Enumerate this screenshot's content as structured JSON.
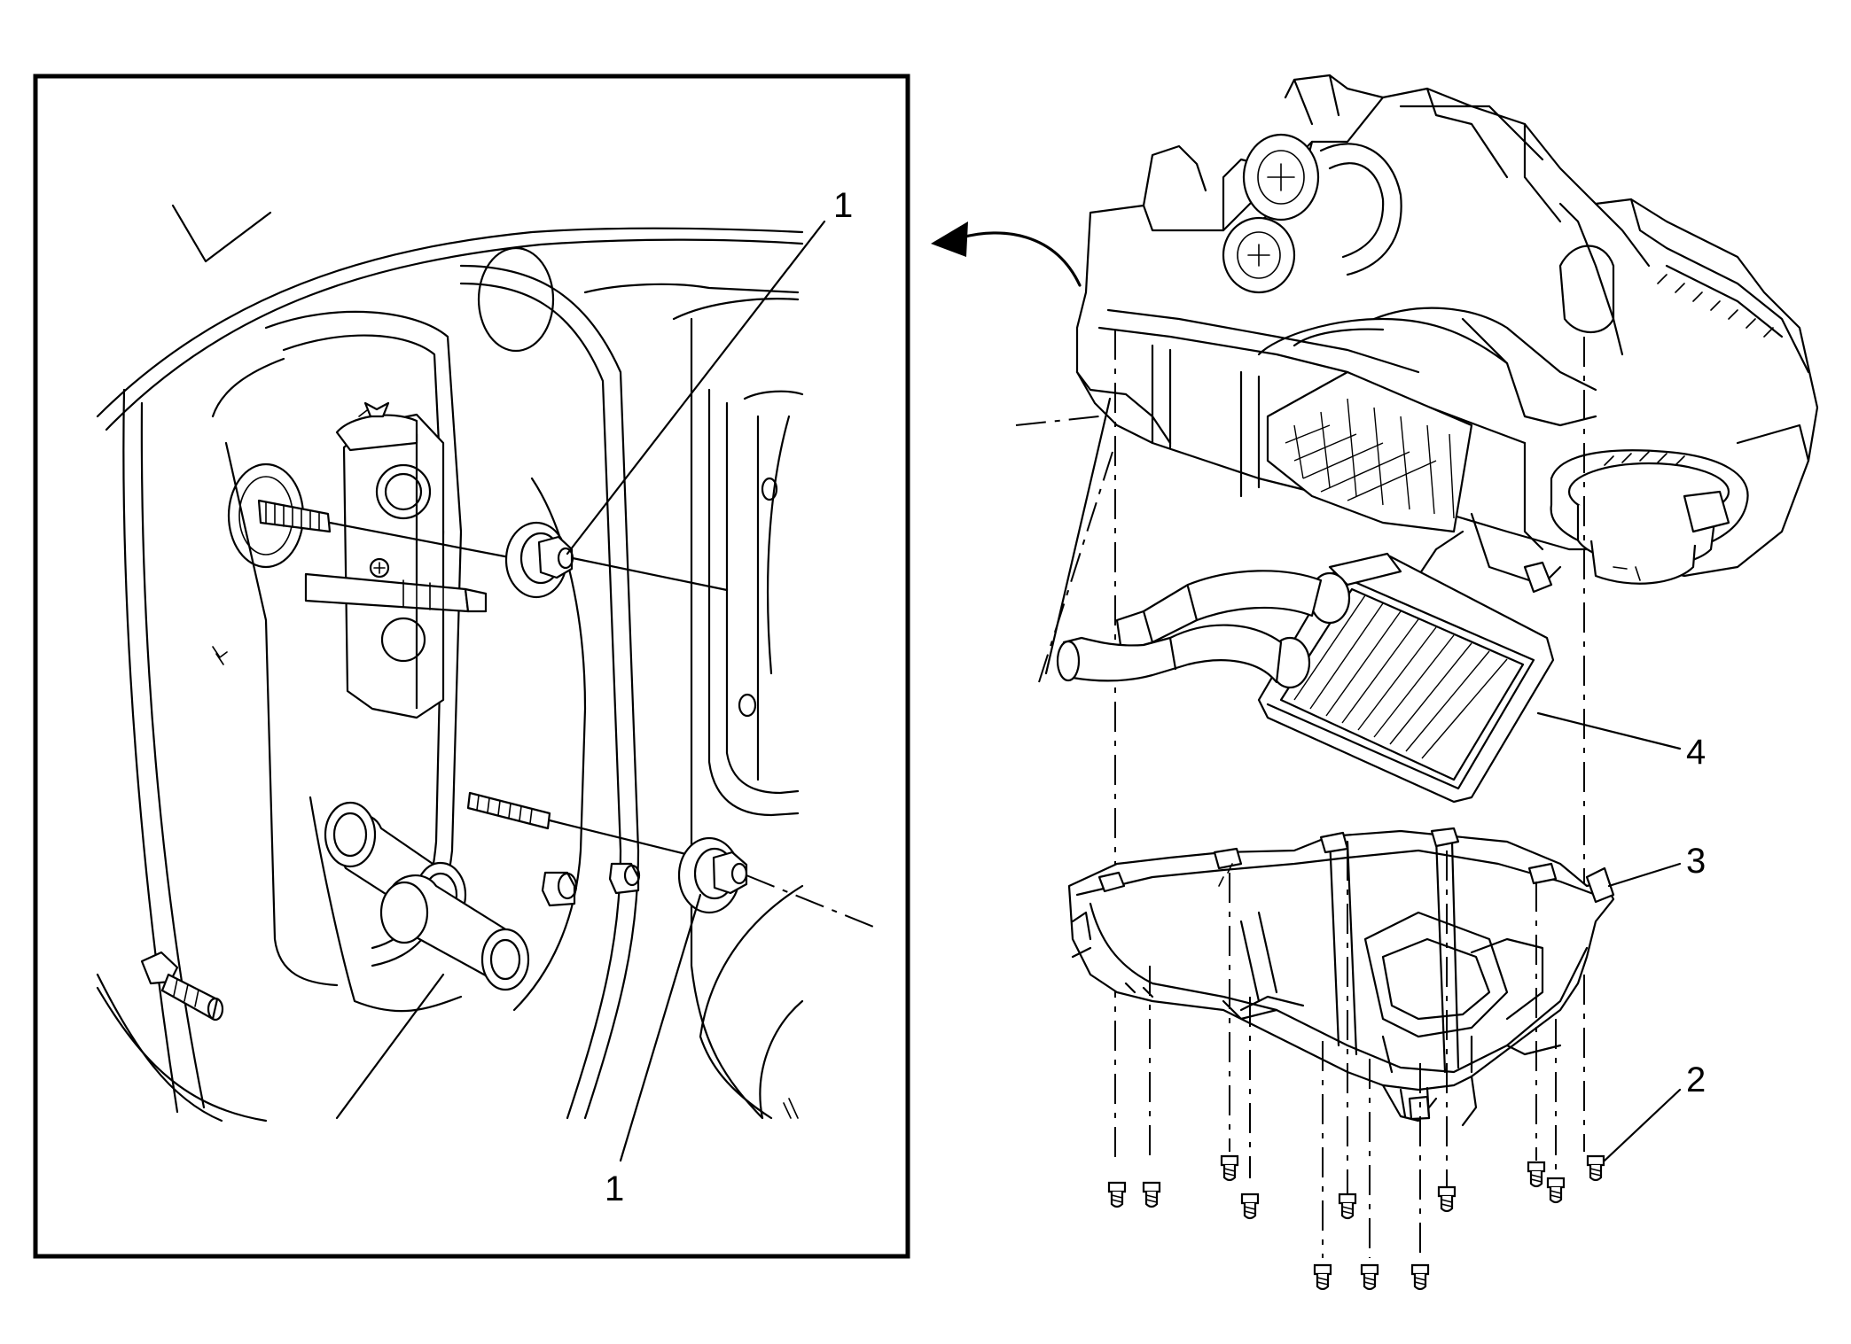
{
  "callouts": {
    "inset_top": "1",
    "inset_bottom": "1",
    "label_2": "2",
    "label_3": "3",
    "label_4": "4"
  },
  "icons": {
    "view_arrow": "curved-arrow-icon",
    "fastener": "bolt-icon",
    "nut": "nut-icon"
  }
}
